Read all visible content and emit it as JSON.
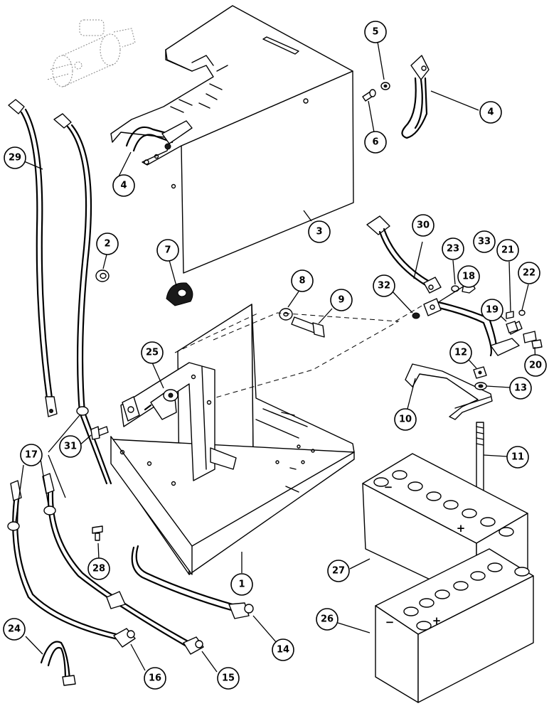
{
  "diagram": {
    "callouts": [
      {
        "id": "c1",
        "label": "1"
      },
      {
        "id": "c2",
        "label": "2"
      },
      {
        "id": "c3",
        "label": "3"
      },
      {
        "id": "c4a",
        "label": "4"
      },
      {
        "id": "c4b",
        "label": "4"
      },
      {
        "id": "c5",
        "label": "5"
      },
      {
        "id": "c6",
        "label": "6"
      },
      {
        "id": "c7",
        "label": "7"
      },
      {
        "id": "c8",
        "label": "8"
      },
      {
        "id": "c9",
        "label": "9"
      },
      {
        "id": "c10",
        "label": "10"
      },
      {
        "id": "c11",
        "label": "11"
      },
      {
        "id": "c12",
        "label": "12"
      },
      {
        "id": "c13",
        "label": "13"
      },
      {
        "id": "c14",
        "label": "14"
      },
      {
        "id": "c15",
        "label": "15"
      },
      {
        "id": "c16",
        "label": "16"
      },
      {
        "id": "c17",
        "label": "17"
      },
      {
        "id": "c18",
        "label": "18"
      },
      {
        "id": "c19",
        "label": "19"
      },
      {
        "id": "c20",
        "label": "20"
      },
      {
        "id": "c21",
        "label": "21"
      },
      {
        "id": "c22",
        "label": "22"
      },
      {
        "id": "c23",
        "label": "23"
      },
      {
        "id": "c24",
        "label": "24"
      },
      {
        "id": "c25",
        "label": "25"
      },
      {
        "id": "c26",
        "label": "26"
      },
      {
        "id": "c27",
        "label": "27"
      },
      {
        "id": "c28",
        "label": "28"
      },
      {
        "id": "c29",
        "label": "29"
      },
      {
        "id": "c30",
        "label": "30"
      },
      {
        "id": "c31",
        "label": "31"
      },
      {
        "id": "c32",
        "label": "32"
      },
      {
        "id": "c33",
        "label": "33"
      }
    ],
    "terminal_signs": {
      "battery_27_minus": "−",
      "battery_27_plus": "+",
      "battery_26_minus": "−",
      "battery_26_plus": "+"
    }
  }
}
